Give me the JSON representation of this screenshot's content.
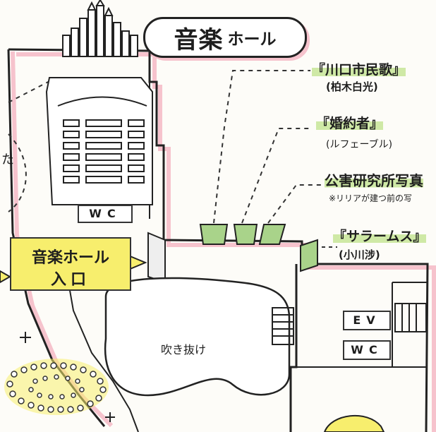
{
  "title": {
    "main": "音楽",
    "sub": "ホール"
  },
  "entrance": {
    "line1": "音楽ホール",
    "line2": "入口"
  },
  "atrium_label": "吹き抜け",
  "hall_wc": "WC",
  "ev_label": "EV",
  "wc_label": "WC",
  "side_fragment": "た",
  "artworks": [
    {
      "title": "『川口市民歌』",
      "author": "(柏木白光)"
    },
    {
      "title": "『婚約者』",
      "author": "(ルフェーブル)"
    },
    {
      "title": "公害研究所写真",
      "note": "※リリアが建つ前の写"
    },
    {
      "title": "『サラームス』",
      "author": "(小川涉)"
    }
  ],
  "colors": {
    "green": "#a9d38a",
    "pink": "#f6c3cd",
    "yellow": "#f7ee6d",
    "highlight": "#cfe9a6"
  }
}
